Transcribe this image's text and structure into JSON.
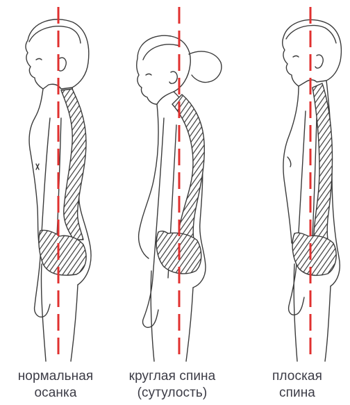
{
  "colors": {
    "plumb_line": "#e0302f",
    "outline": "#3a3a3a",
    "hatch": "#3a3a3a",
    "caption_text": "#3c3c46",
    "background": "#ffffff"
  },
  "figures": [
    {
      "caption_line1": "нормальная",
      "caption_line2": "осанка"
    },
    {
      "caption_line1": "круглая спина",
      "caption_line2": "(сутулость)"
    },
    {
      "caption_line1": "плоская",
      "caption_line2": "спина"
    }
  ]
}
